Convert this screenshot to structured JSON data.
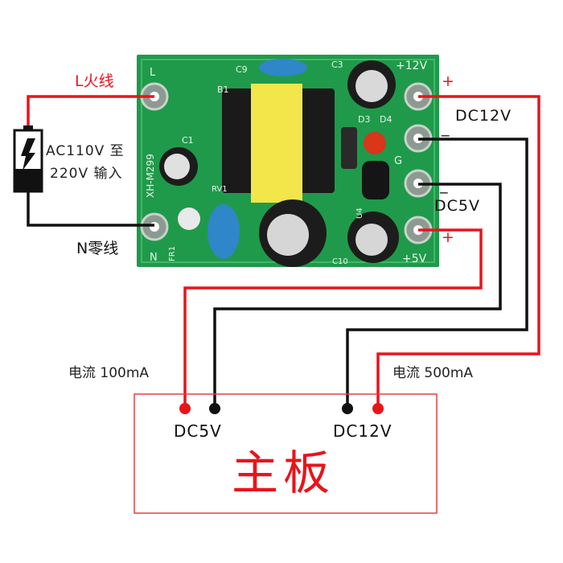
{
  "input": {
    "l_line": "L火线",
    "n_line": "N零线",
    "ac_line1": "AC110V 至",
    "ac_line2": "220V 输入",
    "icon": "battery-lightning-icon"
  },
  "module": {
    "silk_L": "L",
    "silk_N": "N",
    "silk_model": "XH-M299",
    "silk_C1": "C1",
    "silk_C9": "C9",
    "silk_C3": "C3",
    "silk_B1": "B1",
    "silk_D3": "D3",
    "silk_D4": "D4",
    "silk_G": "G",
    "silk_12v": "+12V",
    "silk_5v": "+5V",
    "silk_FR1": "FR1",
    "silk_RV": "RV1",
    "silk_U4": "U4",
    "silk_C10": "C10"
  },
  "outputs": {
    "plus_12": "+",
    "minus_12": "_",
    "dc12v": "DC12V",
    "minus_5": "_",
    "dc5v": "DC5V",
    "plus_5": "+"
  },
  "currents": {
    "left": "电流 100mA",
    "right": "电流 500mA"
  },
  "mainboard": {
    "title": "主板",
    "dc5v": "DC5V",
    "dc12v": "DC12V"
  },
  "colors": {
    "red": "#e8141b",
    "black": "#111111",
    "pcb": "#1f9a4a"
  }
}
